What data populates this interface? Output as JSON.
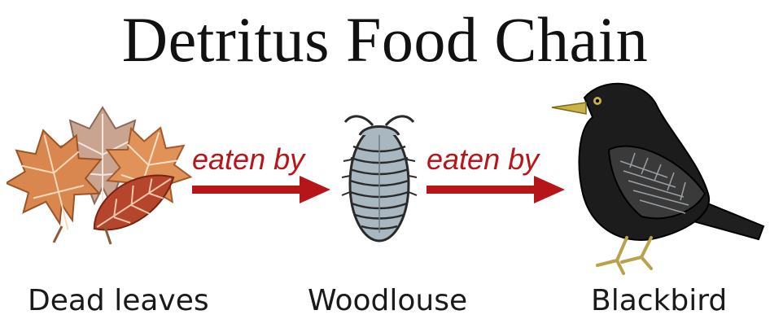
{
  "title": "Detritus Food Chain",
  "chain": [
    {
      "name": "Dead leaves",
      "icon": "dead-leaves-icon"
    },
    {
      "name": "Woodlouse",
      "icon": "woodlouse-icon"
    },
    {
      "name": "Blackbird",
      "icon": "blackbird-icon"
    }
  ],
  "arrows": [
    {
      "label": "eaten by"
    },
    {
      "label": "eaten by"
    }
  ],
  "colors": {
    "arrow": "#b8151b",
    "leaf_orange": "#d9874f",
    "leaf_tan": "#c9a490",
    "leaf_red": "#b5452d",
    "woodlouse": "#a9b8c0",
    "blackbird": "#1a1a1a",
    "beak": "#c9b24a"
  }
}
